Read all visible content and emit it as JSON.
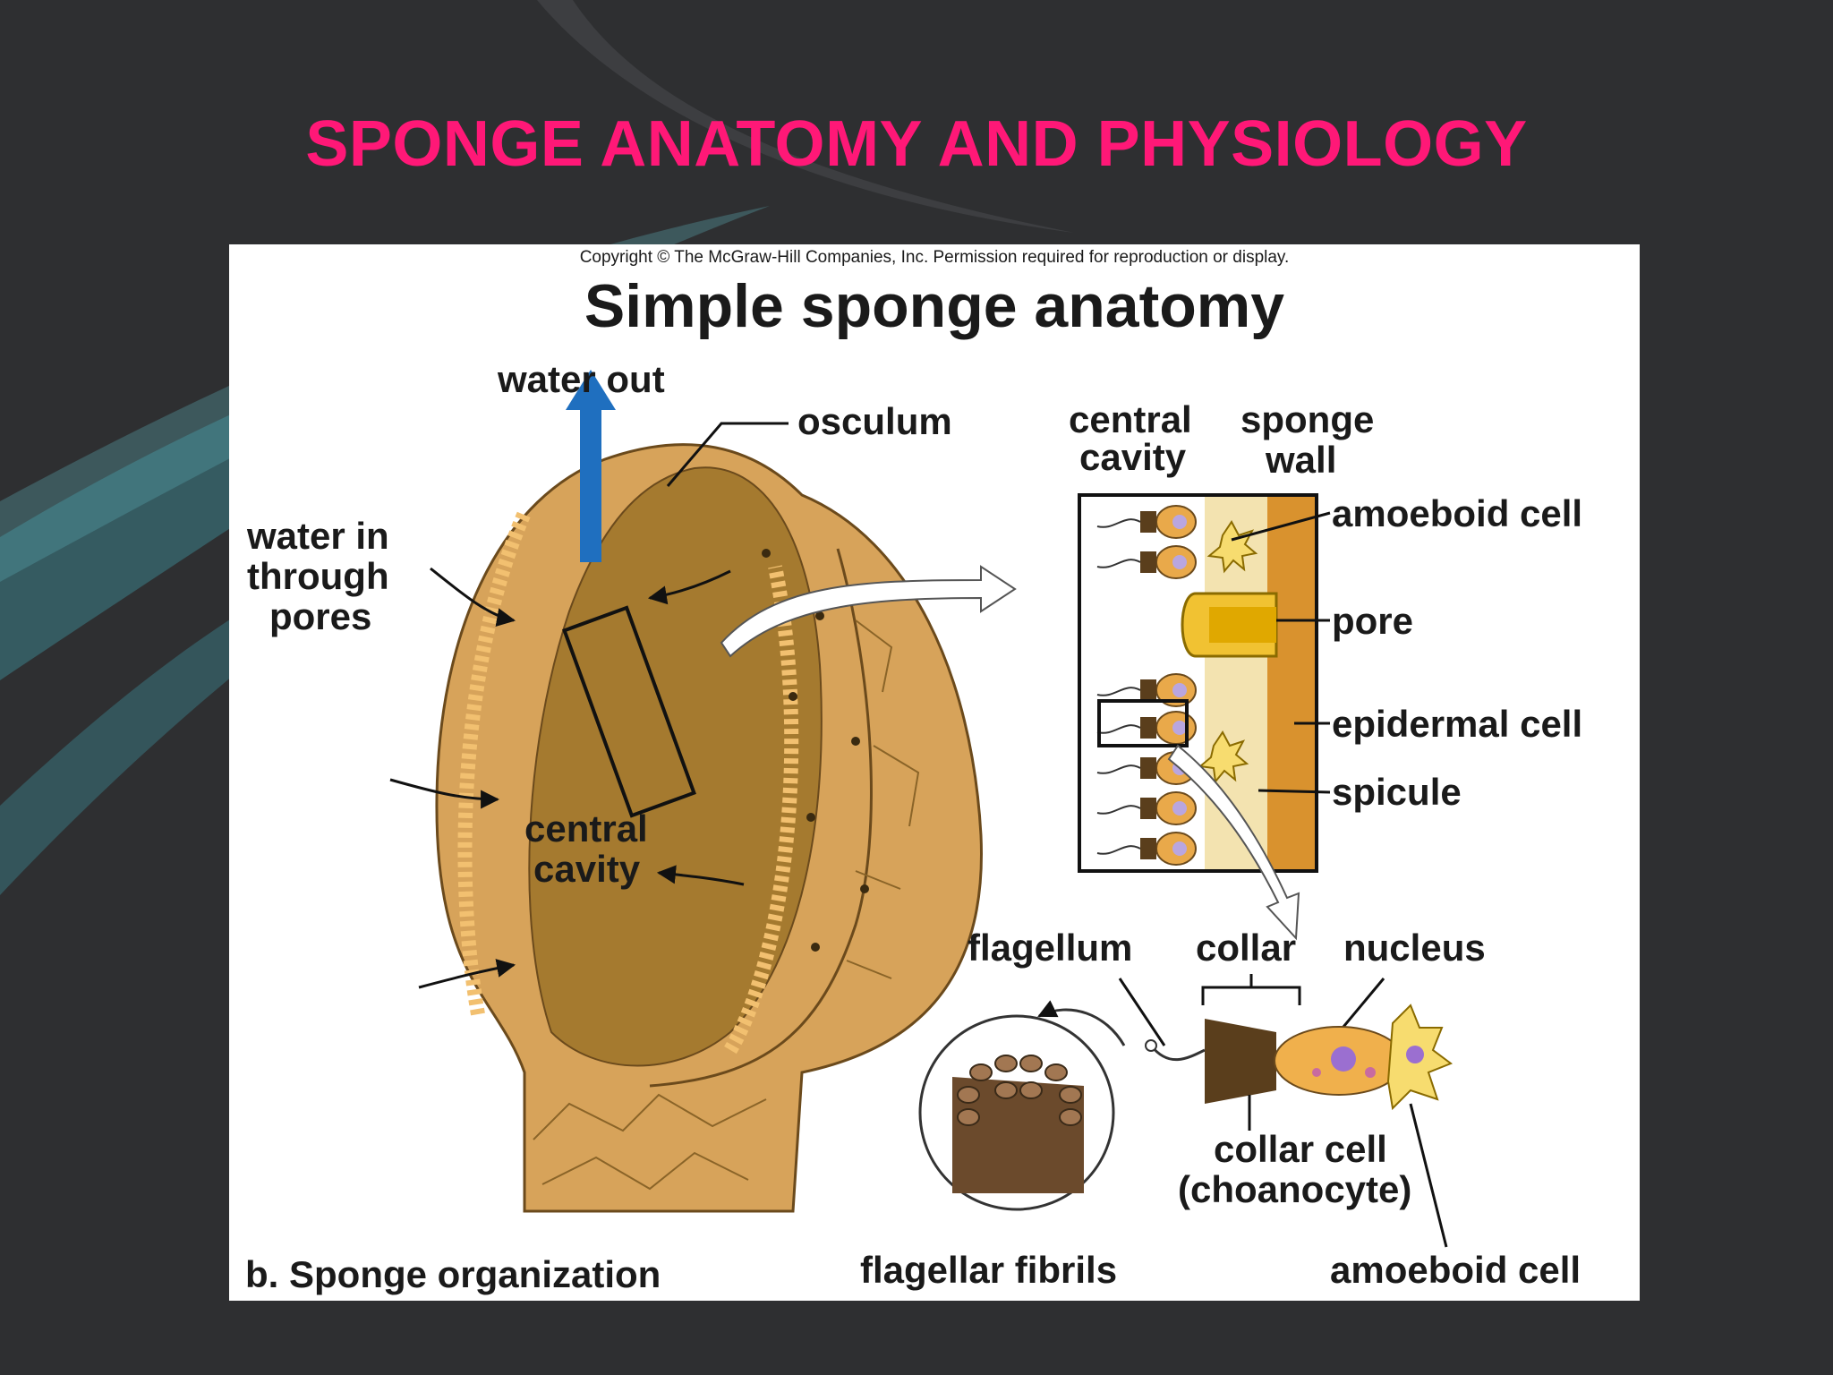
{
  "slide": {
    "title": "SPONGE ANATOMY AND PHYSIOLOGY",
    "colors": {
      "background": "#2e2f31",
      "title": "#ff1877",
      "accent_teal": "#3f8f9a",
      "sponge_body": "#d7a35a",
      "cavity": "#a57a2f",
      "arrow_blue": "#1f6fbf"
    }
  },
  "figure": {
    "copyright": "Copyright © The McGraw-Hill Companies, Inc. Permission required for reproduction or display.",
    "heading": "Simple sponge anatomy",
    "caption": "b. Sponge organization",
    "labels": {
      "water_out": "water out",
      "osculum": "osculum",
      "water_in_1": "water in",
      "water_in_2": "through",
      "water_in_3": "pores",
      "central_cavity_1": "central",
      "central_cavity_2": "cavity",
      "detail_central_1": "central",
      "detail_central_2": "cavity",
      "sponge_wall_1": "sponge",
      "sponge_wall_2": "wall",
      "amoeboid_cell": "amoeboid cell",
      "pore": "pore",
      "epidermal_cell": "epidermal cell",
      "spicule": "spicule",
      "flagellum": "flagellum",
      "collar": "collar",
      "nucleus": "nucleus",
      "collar_cell_1": "collar cell",
      "collar_cell_2": "(choanocyte)",
      "flagellar_fibrils": "flagellar fibrils",
      "amoeboid_cell_bottom": "amoeboid cell"
    }
  }
}
